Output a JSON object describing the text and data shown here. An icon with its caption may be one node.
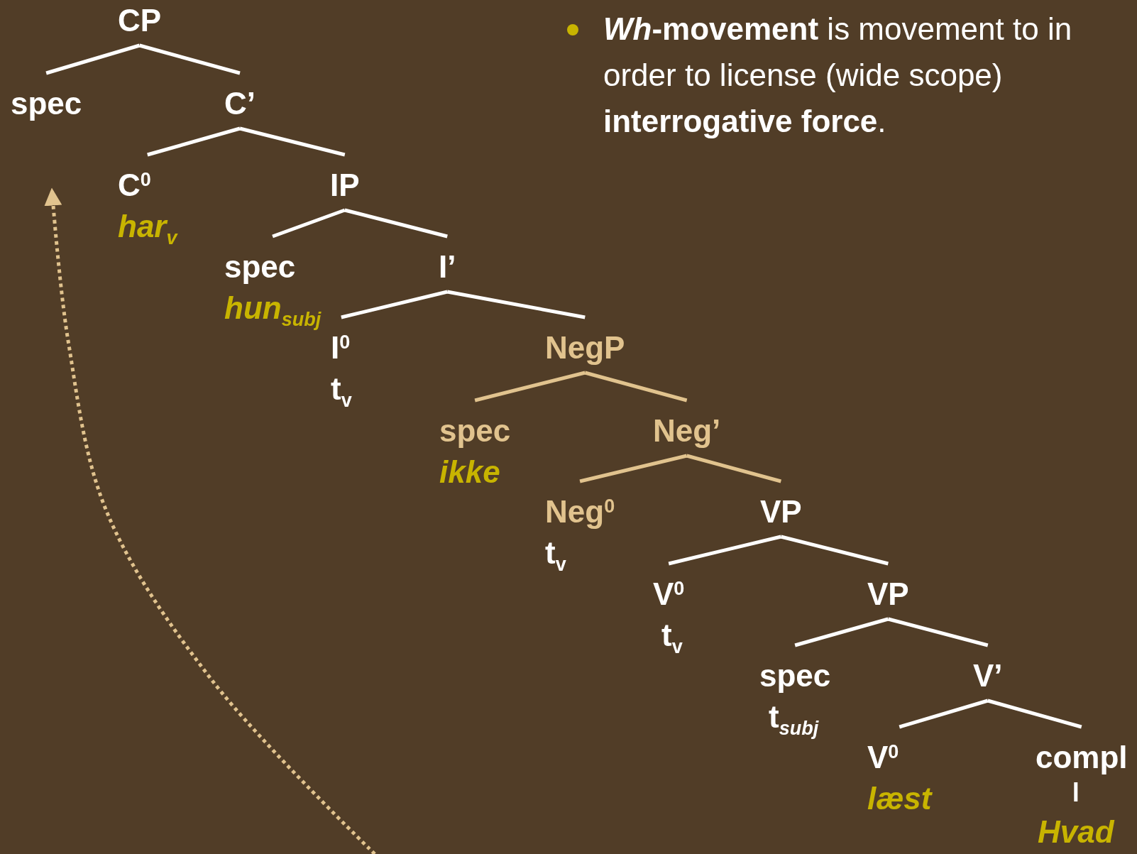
{
  "diagram": {
    "nodes": [
      {
        "text": [
          "CP"
        ]
      },
      {
        "text": [
          "spec"
        ]
      },
      {
        "text": [
          "C’"
        ]
      },
      {
        "text": [
          "C$^{0}$",
          "har$_{v}$"
        ]
      },
      {
        "text": [
          "IP"
        ]
      },
      {
        "text": [
          "spec",
          "hun$_{subj}$"
        ]
      },
      {
        "text": [
          "I’"
        ]
      },
      {
        "text": [
          "I$^{0}$",
          "t$_{v}$"
        ]
      },
      {
        "text": [
          "NegP"
        ]
      },
      {
        "text": [
          "spec",
          "ikke"
        ]
      },
      {
        "text": [
          "Neg’"
        ]
      },
      {
        "text": [
          "Neg$^{0}$",
          "t$_{v}$"
        ]
      },
      {
        "text": [
          "VP"
        ]
      },
      {
        "text": [
          "V$^{0}$",
          "t$_{v}$"
        ]
      },
      {
        "text": [
          "VP"
        ]
      },
      {
        "text": [
          "spec",
          "t$_{subj}$"
        ]
      },
      {
        "text": [
          "V’"
        ]
      },
      {
        "text": [
          "V$^{0}$",
          "læst"
        ]
      },
      {
        "text": [
          "compl"
        ]
      },
      {
        "text": [
          "Hvad"
        ]
      }
    ],
    "edges": [
      {
        "from": 0,
        "to": 1,
        "arrow": "none"
      },
      {
        "from": 0,
        "to": 2,
        "arrow": "none"
      },
      {
        "from": 2,
        "to": 3,
        "arrow": "none"
      },
      {
        "from": 2,
        "to": 4,
        "arrow": "none"
      },
      {
        "from": 4,
        "to": 5,
        "arrow": "none"
      },
      {
        "from": 4,
        "to": 6,
        "arrow": "none"
      },
      {
        "from": 6,
        "to": 7,
        "arrow": "none"
      },
      {
        "from": 6,
        "to": 8,
        "arrow": "none"
      },
      {
        "from": 8,
        "to": 9,
        "arrow": "none",
        "color": "#e1c38e"
      },
      {
        "from": 8,
        "to": 10,
        "arrow": "none",
        "color": "#e1c38e"
      },
      {
        "from": 10,
        "to": 11,
        "arrow": "none",
        "color": "#e1c38e"
      },
      {
        "from": 10,
        "to": 12,
        "arrow": "none",
        "color": "#e1c38e"
      },
      {
        "from": 12,
        "to": 13,
        "arrow": "none"
      },
      {
        "from": 12,
        "to": 14,
        "arrow": "none"
      },
      {
        "from": 14,
        "to": 15,
        "arrow": "none"
      },
      {
        "from": 14,
        "to": 16,
        "arrow": "none"
      },
      {
        "from": 16,
        "to": 17,
        "arrow": "none"
      },
      {
        "from": 16,
        "to": 18,
        "arrow": "none"
      },
      {
        "from": 18,
        "to": 19,
        "arrow": "none"
      },
      {
        "from": null,
        "to": 1,
        "arrow": "to",
        "style": "dashed",
        "color": "#e1c38e"
      }
    ],
    "labels": [
      "***Wh*-movement** is movement to in order to license (wide scope) **interrogative force**."
    ]
  }
}
